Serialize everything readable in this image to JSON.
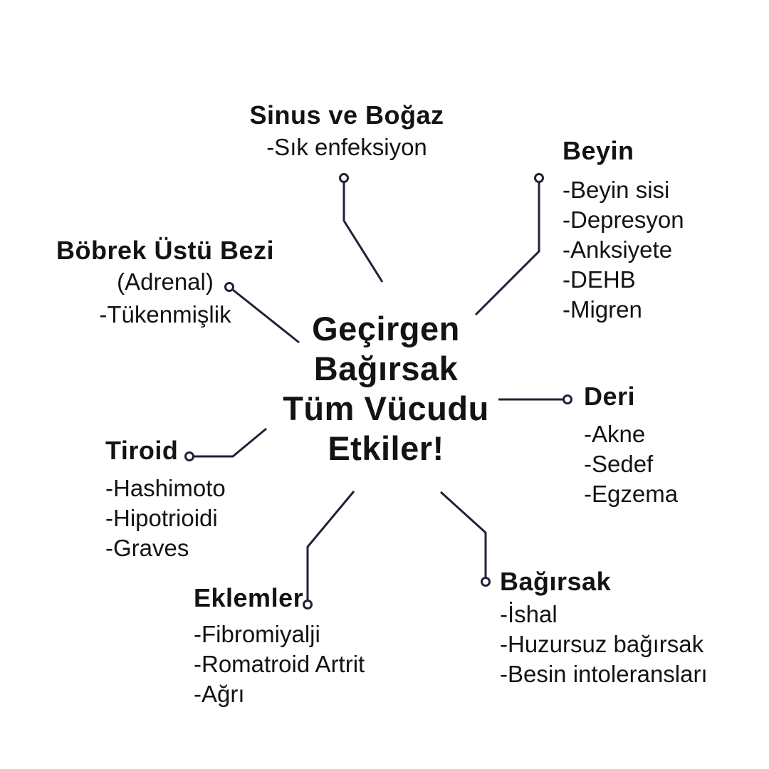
{
  "title": {
    "lines": [
      "Geçirgen",
      "Bağırsak",
      "Tüm Vücudu",
      "Etkiler!"
    ]
  },
  "nodes": [
    {
      "id": "sinus",
      "label": "Sinus ve Boğaz",
      "items": [
        "-Sık enfeksiyon"
      ]
    },
    {
      "id": "beyin",
      "label": "Beyin",
      "items": [
        "-Beyin sisi",
        "-Depresyon",
        "-Anksiyete",
        "-DEHB",
        "-Migren"
      ]
    },
    {
      "id": "adrenal",
      "label": "Böbrek Üstü Bezi",
      "sublabel": "(Adrenal)",
      "items": [
        "-Tükenmişlik"
      ]
    },
    {
      "id": "deri",
      "label": "Deri",
      "items": [
        "-Akne",
        "-Sedef",
        "-Egzema"
      ]
    },
    {
      "id": "tiroid",
      "label": "Tiroid",
      "items": [
        "-Hashimoto",
        "-Hipotrioidi",
        "-Graves"
      ]
    },
    {
      "id": "eklemler",
      "label": "Eklemler",
      "items": [
        "-Fibromiyalji",
        "-Romatroid Artrit",
        "-Ağrı"
      ]
    },
    {
      "id": "bagirsak",
      "label": "Bağırsak",
      "items": [
        "-İshal",
        "-Huzursuz bağırsak",
        "-Besin intoleransları"
      ]
    }
  ],
  "colors": {
    "background": "#ffffff",
    "text": "#131313",
    "line": "#1e2238"
  }
}
